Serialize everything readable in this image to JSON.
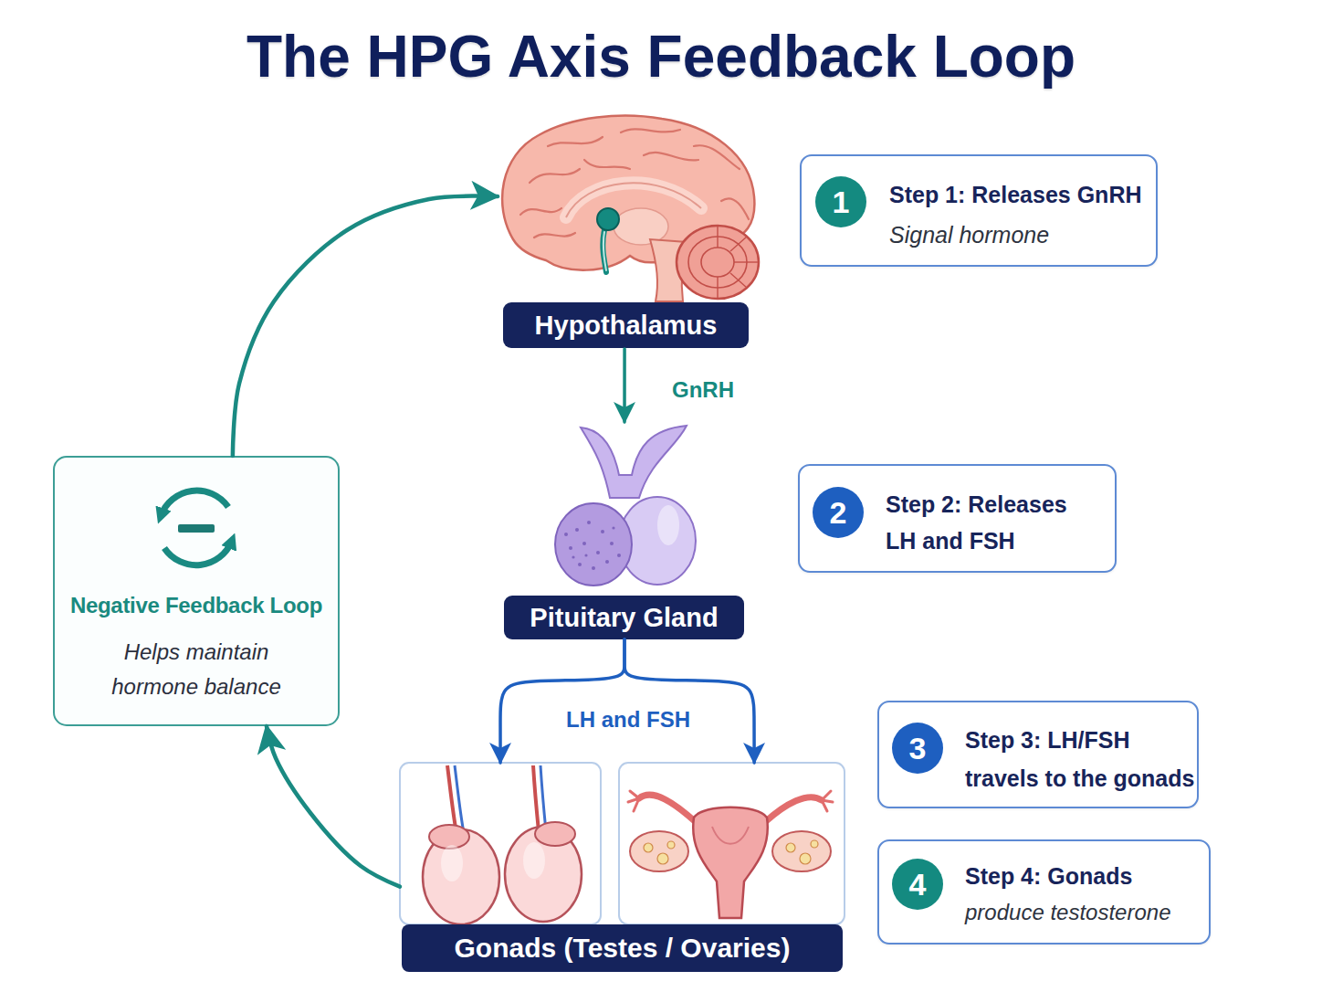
{
  "diagram": {
    "title": "The HPG Axis Feedback Loop",
    "nodes": [
      {
        "text": [
          "Hypothalamus"
        ]
      },
      {
        "text": [
          "Step 1: Releases GnRH",
          "Signal hormone"
        ]
      },
      {
        "text": [
          "1"
        ],
        "in": 1
      },
      {
        "text": [
          "Negative Feedback Loop",
          "Helps maintain hormone balance"
        ]
      },
      {
        "text": [
          "Pituitary Gland"
        ]
      },
      {
        "text": [
          "Step 2: Releases LH and FSH"
        ]
      },
      {
        "text": [
          "2"
        ],
        "in": 5
      },
      {
        "text": [
          "Step 3: LH/FSH travels to the gonads"
        ]
      },
      {
        "text": [
          "3"
        ],
        "in": 7
      },
      {
        "text": [
          "Gonads (Testes / Ovaries)"
        ]
      },
      {
        "text": [
          "Step 4: Gonads",
          "produce testosterone"
        ]
      },
      {
        "text": [
          "4"
        ],
        "in": 10
      }
    ],
    "edges": [
      {
        "from": 0,
        "to": 4,
        "label": "GnRH",
        "arrow": "to"
      },
      {
        "from": 4,
        "to": 9,
        "label": "LH and FSH",
        "arrow": "to"
      },
      {
        "from": 9,
        "to": 3,
        "arrow": "to"
      },
      {
        "from": 3,
        "to": 0,
        "arrow": "to"
      }
    ]
  }
}
